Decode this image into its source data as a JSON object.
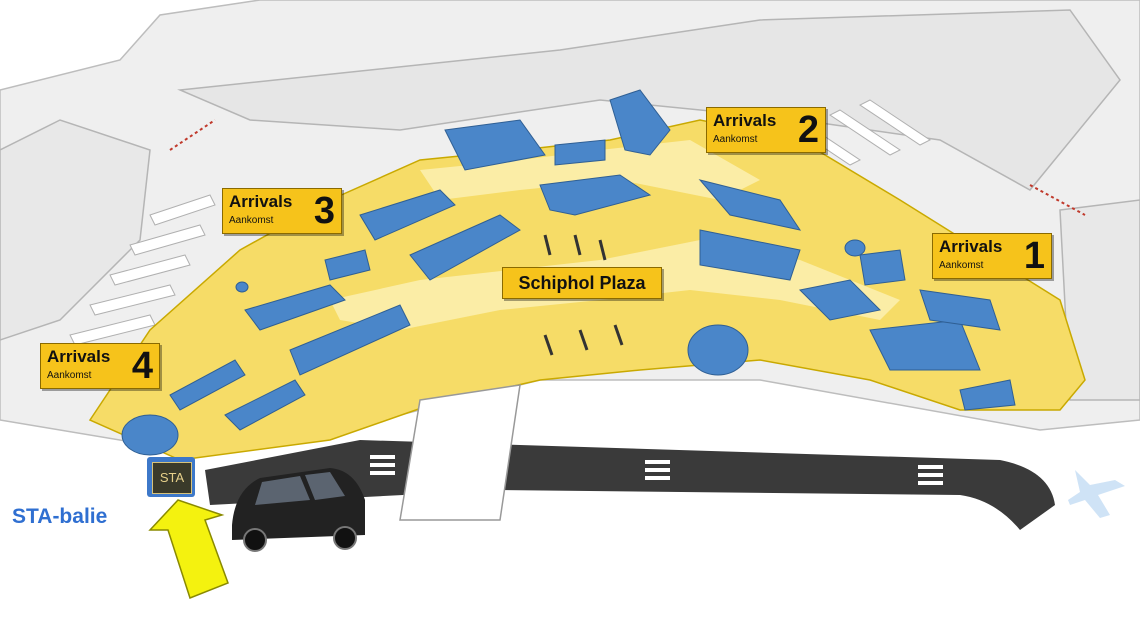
{
  "map": {
    "plaza_label": "Schiphol Plaza",
    "arrivals": [
      {
        "title": "Arrivals",
        "subtitle": "Aankomst",
        "number": "1"
      },
      {
        "title": "Arrivals",
        "subtitle": "Aankomst",
        "number": "2"
      },
      {
        "title": "Arrivals",
        "subtitle": "Aankomst",
        "number": "3"
      },
      {
        "title": "Arrivals",
        "subtitle": "Aankomst",
        "number": "4"
      }
    ],
    "sta_counter": {
      "badge": "STA",
      "label": "STA-balie"
    },
    "icons": [
      "airplane-icon",
      "arrow-icon",
      "van-icon"
    ],
    "colors": {
      "hall": "#f6dc67",
      "walkway": "#fbeda6",
      "building": "#4a86c9",
      "terrain": "#eeeeee",
      "road": "#3a3a3a",
      "arrow": "#f4f20f",
      "label": "#f6c31b",
      "sta_text": "#2f6fd1"
    }
  }
}
